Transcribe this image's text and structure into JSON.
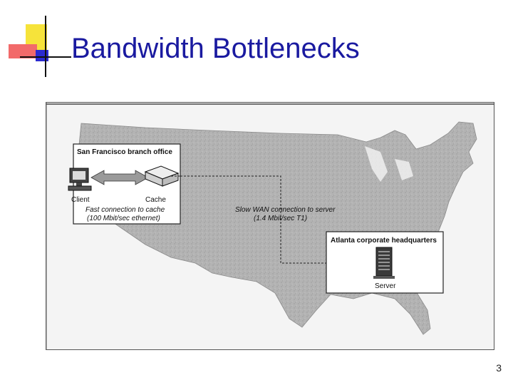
{
  "slide": {
    "title": "Bandwidth Bottlenecks",
    "page_number": "3"
  },
  "diagram": {
    "sf_office": {
      "title": "San Francisco branch office",
      "client_label": "Client",
      "cache_label": "Cache",
      "link_label_line1": "Fast connection to cache",
      "link_label_line2": "(100 Mbit/sec ethernet)"
    },
    "wan": {
      "label_line1": "Slow WAN connection to server",
      "label_line2": "(1.4 Mbit/sec T1)"
    },
    "atlanta_hq": {
      "title": "Atlanta corporate headquarters",
      "server_label": "Server"
    }
  },
  "colors": {
    "title": "#1a1aa0",
    "logo_yellow": "#f6e33a",
    "logo_red": "#f26a6a",
    "logo_blue": "#2b2bd0",
    "map_fill": "#b0b0b0"
  }
}
